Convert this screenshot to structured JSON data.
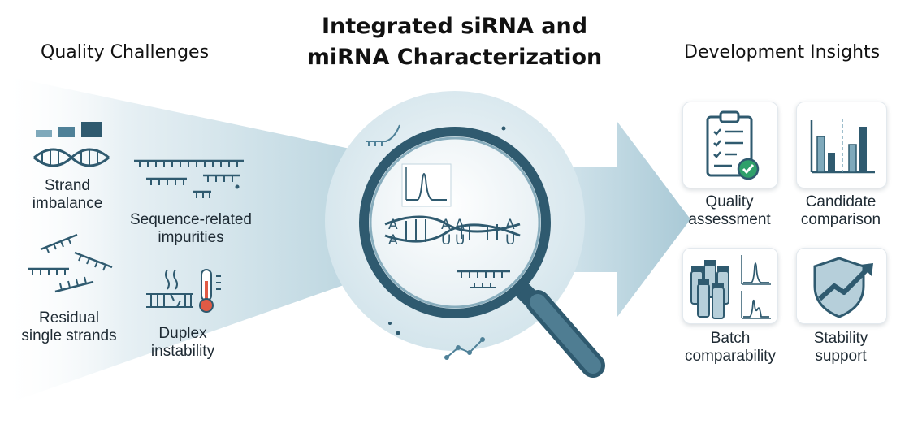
{
  "title": {
    "line1": "Integrated siRNA and",
    "line2": "miRNA Characterization"
  },
  "left": {
    "heading": "Quality Challenges",
    "items": [
      {
        "line1": "Strand",
        "line2": "imbalance",
        "icon": "strand-imbalance-icon"
      },
      {
        "line1": "Sequence-related",
        "line2": "impurities",
        "icon": "sequence-impurities-icon"
      },
      {
        "line1": "Residual",
        "line2": "single strands",
        "icon": "single-strands-icon"
      },
      {
        "line1": "Duplex",
        "line2": "instability",
        "icon": "duplex-thermometer-icon"
      }
    ]
  },
  "center": {
    "bases_top": [
      "A",
      "A",
      "A",
      "A"
    ],
    "bases_bottom": [
      "A",
      "U",
      "U",
      "U"
    ],
    "icon": "magnifying-glass-icon"
  },
  "right": {
    "heading": "Development Insights",
    "items": [
      {
        "line1": "Quality",
        "line2": "assessment",
        "icon": "clipboard-check-icon"
      },
      {
        "line1": "Candidate",
        "line2": "comparison",
        "icon": "bar-chart-icon"
      },
      {
        "line1": "Batch",
        "line2": "comparability",
        "icon": "vials-icon"
      },
      {
        "line1": "Stability",
        "line2": "support",
        "icon": "shield-trend-icon"
      }
    ]
  },
  "colors": {
    "accent": "#2f5a6f",
    "light": "#c9dde6",
    "teal": "#3d6f84",
    "check": "#2fa06a",
    "thermo": "#e05a45"
  }
}
